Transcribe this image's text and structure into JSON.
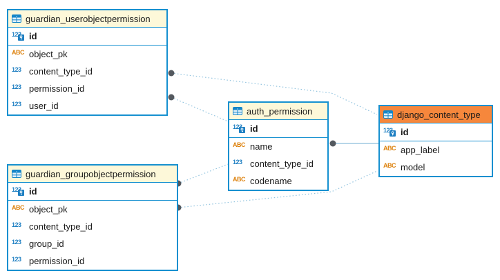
{
  "app": {
    "view": "database-er-diagram"
  },
  "colors": {
    "table_border": "#1590d0",
    "header_yellow": "#fdf8d9",
    "header_orange": "#f6873c",
    "row_background": "#ffffff",
    "relationship_line": "#8fc2de",
    "anchor_dot": "#54595f",
    "numeric_icon_blue": "#1e7fc2",
    "text_icon_orange": "#dd820e",
    "text": "#1a1a1a"
  },
  "diagram": {
    "tables": [
      {
        "title": "guardian_userobjectpermission",
        "header_style": "yellow",
        "primary_key": {
          "icon": "123",
          "name": "id",
          "has_key_badge": true
        },
        "columns": [
          {
            "icon": "ABC",
            "name": "object_pk"
          },
          {
            "icon": "123",
            "name": "content_type_id"
          },
          {
            "icon": "123",
            "name": "permission_id"
          },
          {
            "icon": "123",
            "name": "user_id"
          }
        ]
      },
      {
        "title": "auth_permission",
        "header_style": "yellow",
        "primary_key": {
          "icon": "123",
          "name": "id",
          "has_key_badge": true
        },
        "columns": [
          {
            "icon": "ABC",
            "name": "name"
          },
          {
            "icon": "123",
            "name": "content_type_id"
          },
          {
            "icon": "ABC",
            "name": "codename"
          }
        ]
      },
      {
        "title": "django_content_type",
        "header_style": "orange",
        "primary_key": {
          "icon": "123",
          "name": "id",
          "has_key_badge": true
        },
        "columns": [
          {
            "icon": "ABC",
            "name": "app_label"
          },
          {
            "icon": "ABC",
            "name": "model"
          }
        ]
      },
      {
        "title": "guardian_groupobjectpermission",
        "header_style": "yellow",
        "primary_key": {
          "icon": "123",
          "name": "id",
          "has_key_badge": true
        },
        "columns": [
          {
            "icon": "ABC",
            "name": "object_pk"
          },
          {
            "icon": "123",
            "name": "content_type_id"
          },
          {
            "icon": "123",
            "name": "group_id"
          },
          {
            "icon": "123",
            "name": "permission_id"
          }
        ]
      }
    ],
    "relationships": [
      {
        "from_table": "guardian_userobjectpermission",
        "to_table": "django_content_type",
        "line_style": "dotted"
      },
      {
        "from_table": "guardian_userobjectpermission",
        "to_table": "auth_permission",
        "line_style": "dotted"
      },
      {
        "from_table": "guardian_groupobjectpermission",
        "to_table": "auth_permission",
        "line_style": "dotted"
      },
      {
        "from_table": "guardian_groupobjectpermission",
        "to_table": "django_content_type",
        "line_style": "dotted"
      },
      {
        "from_table": "auth_permission",
        "to_table": "django_content_type",
        "line_style": "solid"
      }
    ]
  }
}
